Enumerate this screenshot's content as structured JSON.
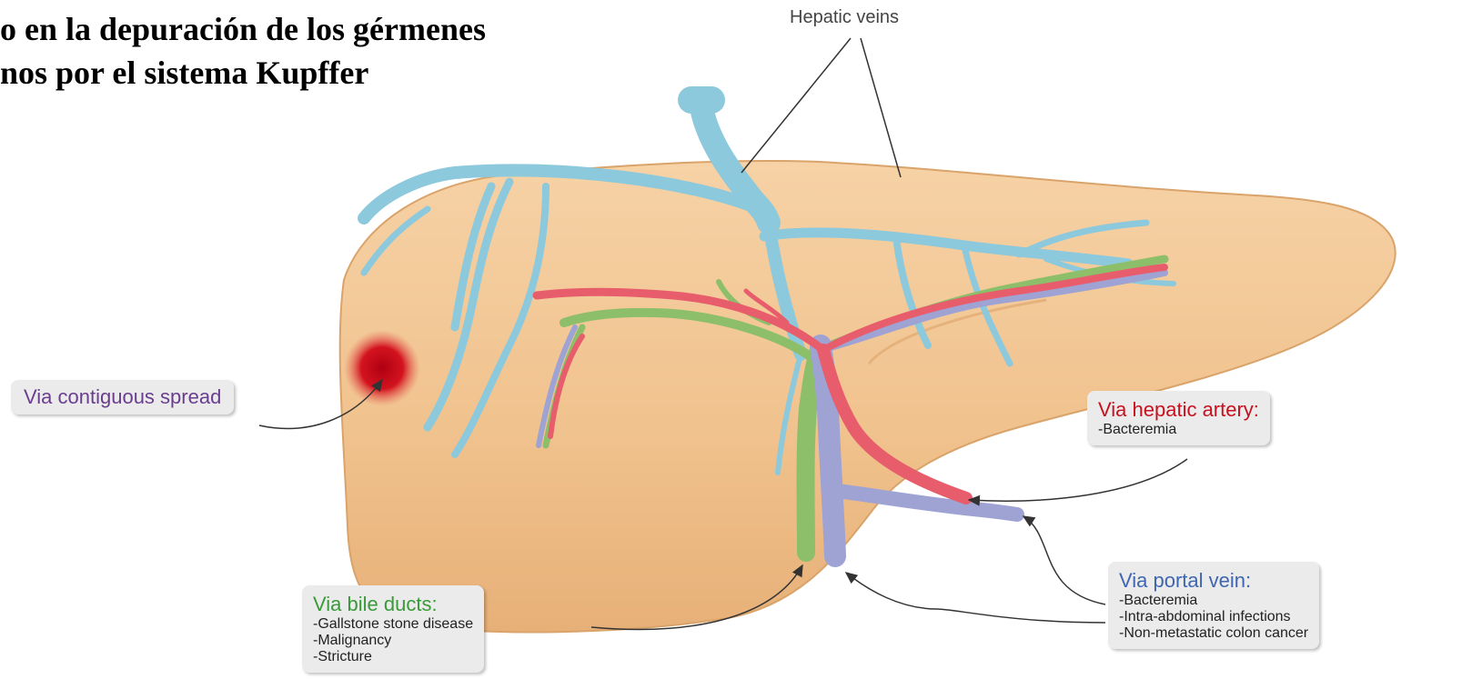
{
  "slide": {
    "title_line1": "o en la depuración de los gérmenes",
    "title_line2": "nos por el sistema  Kupffer"
  },
  "diagram": {
    "hepatic_veins": "Hepatic veins",
    "contiguous": "Via contiguous spread",
    "hepatic_artery": {
      "title": "Via hepatic artery:",
      "items": [
        "-Bacteremia"
      ]
    },
    "bile_ducts": {
      "title": "Via bile ducts:",
      "items": [
        "-Gallstone stone disease",
        "-Malignancy",
        "-Stricture"
      ]
    },
    "portal_vein": {
      "title": "Via portal vein:",
      "items": [
        "-Bacteremia",
        "-Intra-abdominal infections",
        "-Non-metastatic colon cancer"
      ]
    }
  },
  "colors": {
    "liver": "#f2c592",
    "hepatic_vein": "#8cc9dc",
    "hepatic_artery": "#e85d6c",
    "portal_vein": "#9ea3d4",
    "bile_duct": "#8dbf6a",
    "infection_focus": "#c8101e",
    "contiguous_text": "#6a3d8f",
    "artery_text": "#c8101e",
    "bile_text": "#3a9a3a",
    "portal_text": "#3e66b0"
  }
}
